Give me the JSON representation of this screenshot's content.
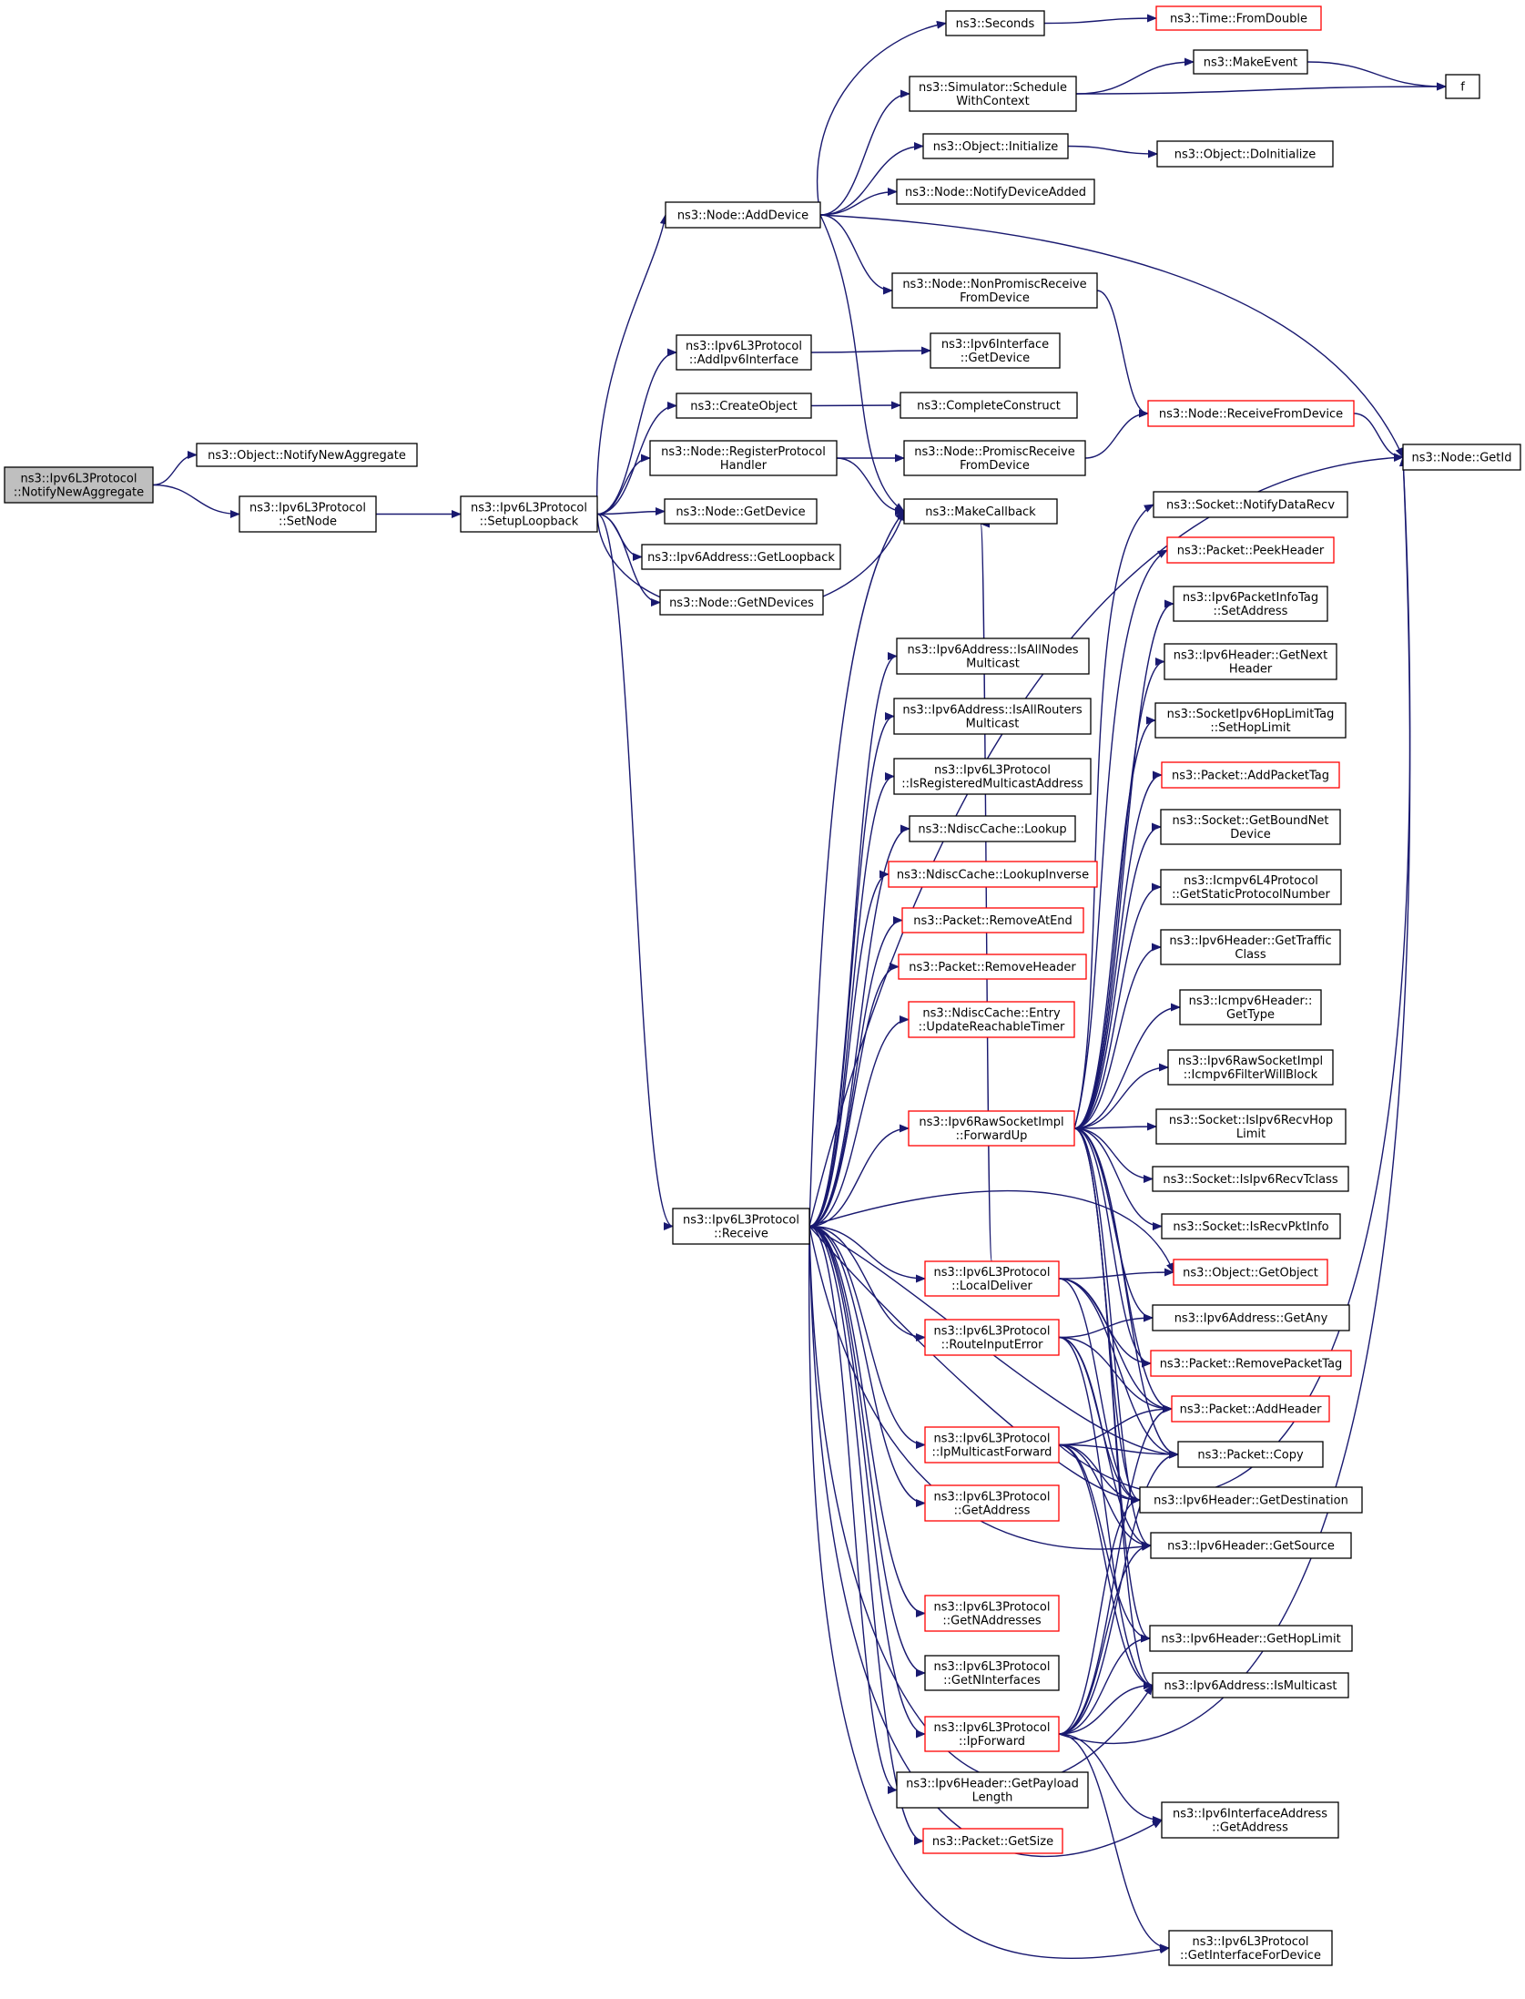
{
  "nodes": [
    {
      "id": "root",
      "lines": [
        "ns3::Ipv6L3Protocol",
        "::NotifyNewAggregate"
      ],
      "style": "root"
    },
    {
      "id": "notify_new_agg",
      "lines": [
        "ns3::Object::NotifyNewAggregate"
      ],
      "style": "black"
    },
    {
      "id": "set_node",
      "lines": [
        "ns3::Ipv6L3Protocol",
        "::SetNode"
      ],
      "style": "black"
    },
    {
      "id": "setup_loopback",
      "lines": [
        "ns3::Ipv6L3Protocol",
        "::SetupLoopback"
      ],
      "style": "black"
    },
    {
      "id": "node_add_device",
      "lines": [
        "ns3::Node::AddDevice"
      ],
      "style": "black"
    },
    {
      "id": "seconds",
      "lines": [
        "ns3::Seconds"
      ],
      "style": "black"
    },
    {
      "id": "time_from_double",
      "lines": [
        "ns3::Time::FromDouble"
      ],
      "style": "red"
    },
    {
      "id": "sched_ctx",
      "lines": [
        "ns3::Simulator::Schedule",
        "WithContext"
      ],
      "style": "black"
    },
    {
      "id": "make_event",
      "lines": [
        "ns3::MakeEvent"
      ],
      "style": "black"
    },
    {
      "id": "f",
      "lines": [
        "f"
      ],
      "style": "black"
    },
    {
      "id": "obj_initialize",
      "lines": [
        "ns3::Object::Initialize"
      ],
      "style": "black"
    },
    {
      "id": "obj_doinit",
      "lines": [
        "ns3::Object::DoInitialize"
      ],
      "style": "black"
    },
    {
      "id": "notify_dev_added",
      "lines": [
        "ns3::Node::NotifyDeviceAdded"
      ],
      "style": "black"
    },
    {
      "id": "nonpromisc",
      "lines": [
        "ns3::Node::NonPromiscReceive",
        "FromDevice"
      ],
      "style": "black"
    },
    {
      "id": "node_getid",
      "lines": [
        "ns3::Node::GetId"
      ],
      "style": "black"
    },
    {
      "id": "add_ipv6_iface",
      "lines": [
        "ns3::Ipv6L3Protocol",
        "::AddIpv6Interface"
      ],
      "style": "black"
    },
    {
      "id": "iface_getdevice",
      "lines": [
        "ns3::Ipv6Interface",
        "::GetDevice"
      ],
      "style": "black"
    },
    {
      "id": "create_object",
      "lines": [
        "ns3::CreateObject"
      ],
      "style": "black"
    },
    {
      "id": "complete_construct",
      "lines": [
        "ns3::CompleteConstruct"
      ],
      "style": "black"
    },
    {
      "id": "recv_from_device",
      "lines": [
        "ns3::Node::ReceiveFromDevice"
      ],
      "style": "red"
    },
    {
      "id": "reg_proto_handler",
      "lines": [
        "ns3::Node::RegisterProtocol",
        "Handler"
      ],
      "style": "black"
    },
    {
      "id": "promisc",
      "lines": [
        "ns3::Node::PromiscReceive",
        "FromDevice"
      ],
      "style": "black"
    },
    {
      "id": "make_callback",
      "lines": [
        "ns3::MakeCallback"
      ],
      "style": "black"
    },
    {
      "id": "node_getdevice",
      "lines": [
        "ns3::Node::GetDevice"
      ],
      "style": "black"
    },
    {
      "id": "addr_getloopback",
      "lines": [
        "ns3::Ipv6Address::GetLoopback"
      ],
      "style": "black"
    },
    {
      "id": "node_getndevices",
      "lines": [
        "ns3::Node::GetNDevices"
      ],
      "style": "black"
    },
    {
      "id": "sock_notify_data",
      "lines": [
        "ns3::Socket::NotifyDataRecv"
      ],
      "style": "black"
    },
    {
      "id": "pkt_peekheader",
      "lines": [
        "ns3::Packet::PeekHeader"
      ],
      "style": "red"
    },
    {
      "id": "pktinfo_setaddr",
      "lines": [
        "ns3::Ipv6PacketInfoTag",
        "::SetAddress"
      ],
      "style": "black"
    },
    {
      "id": "hdr_getnext",
      "lines": [
        "ns3::Ipv6Header::GetNext",
        "Header"
      ],
      "style": "black"
    },
    {
      "id": "hoplimit_tag",
      "lines": [
        "ns3::SocketIpv6HopLimitTag",
        "::SetHopLimit"
      ],
      "style": "black"
    },
    {
      "id": "pkt_addtag",
      "lines": [
        "ns3::Packet::AddPacketTag"
      ],
      "style": "red"
    },
    {
      "id": "sock_boundnet",
      "lines": [
        "ns3::Socket::GetBoundNet",
        "Device"
      ],
      "style": "black"
    },
    {
      "id": "icmp_static_proto",
      "lines": [
        "ns3::Icmpv6L4Protocol",
        "::GetStaticProtocolNumber"
      ],
      "style": "black"
    },
    {
      "id": "hdr_traffic",
      "lines": [
        "ns3::Ipv6Header::GetTraffic",
        "Class"
      ],
      "style": "black"
    },
    {
      "id": "icmp_gettype",
      "lines": [
        "ns3::Icmpv6Header::",
        "GetType"
      ],
      "style": "black"
    },
    {
      "id": "raw_filter",
      "lines": [
        "ns3::Ipv6RawSocketImpl",
        "::Icmpv6FilterWillBlock"
      ],
      "style": "black"
    },
    {
      "id": "is_recv_hop",
      "lines": [
        "ns3::Socket::IsIpv6RecvHop",
        "Limit"
      ],
      "style": "black"
    },
    {
      "id": "is_recv_tclass",
      "lines": [
        "ns3::Socket::IsIpv6RecvTclass"
      ],
      "style": "black"
    },
    {
      "id": "is_recv_pktinfo",
      "lines": [
        "ns3::Socket::IsRecvPktInfo"
      ],
      "style": "black"
    },
    {
      "id": "obj_getobject",
      "lines": [
        "ns3::Object::GetObject"
      ],
      "style": "red"
    },
    {
      "id": "addr_getany",
      "lines": [
        "ns3::Ipv6Address::GetAny"
      ],
      "style": "black"
    },
    {
      "id": "pkt_removetag",
      "lines": [
        "ns3::Packet::RemovePacketTag"
      ],
      "style": "red"
    },
    {
      "id": "pkt_addheader",
      "lines": [
        "ns3::Packet::AddHeader"
      ],
      "style": "red"
    },
    {
      "id": "pkt_copy",
      "lines": [
        "ns3::Packet::Copy"
      ],
      "style": "black"
    },
    {
      "id": "hdr_getdest",
      "lines": [
        "ns3::Ipv6Header::GetDestination"
      ],
      "style": "black"
    },
    {
      "id": "hdr_getsource",
      "lines": [
        "ns3::Ipv6Header::GetSource"
      ],
      "style": "black"
    },
    {
      "id": "hdr_gethoplimit",
      "lines": [
        "ns3::Ipv6Header::GetHopLimit"
      ],
      "style": "black"
    },
    {
      "id": "addr_ismulticast",
      "lines": [
        "ns3::Ipv6Address::IsMulticast"
      ],
      "style": "black"
    },
    {
      "id": "ifaddr_getaddr",
      "lines": [
        "ns3::Ipv6InterfaceAddress",
        "::GetAddress"
      ],
      "style": "black"
    },
    {
      "id": "get_iface_for_dev",
      "lines": [
        "ns3::Ipv6L3Protocol",
        "::GetInterfaceForDevice"
      ],
      "style": "black"
    },
    {
      "id": "receive",
      "lines": [
        "ns3::Ipv6L3Protocol",
        "::Receive"
      ],
      "style": "black"
    },
    {
      "id": "is_all_nodes",
      "lines": [
        "ns3::Ipv6Address::IsAllNodes",
        "Multicast"
      ],
      "style": "black"
    },
    {
      "id": "is_all_routers",
      "lines": [
        "ns3::Ipv6Address::IsAllRouters",
        "Multicast"
      ],
      "style": "black"
    },
    {
      "id": "is_reg_mcast",
      "lines": [
        "ns3::Ipv6L3Protocol",
        "::IsRegisteredMulticastAddress"
      ],
      "style": "black"
    },
    {
      "id": "ndisc_lookup",
      "lines": [
        "ns3::NdiscCache::Lookup"
      ],
      "style": "black"
    },
    {
      "id": "ndisc_lookup_inv",
      "lines": [
        "ns3::NdiscCache::LookupInverse"
      ],
      "style": "red"
    },
    {
      "id": "pkt_removeatend",
      "lines": [
        "ns3::Packet::RemoveAtEnd"
      ],
      "style": "red"
    },
    {
      "id": "pkt_removeheader",
      "lines": [
        "ns3::Packet::RemoveHeader"
      ],
      "style": "red"
    },
    {
      "id": "ndisc_update",
      "lines": [
        "ns3::NdiscCache::Entry",
        "::UpdateReachableTimer"
      ],
      "style": "red"
    },
    {
      "id": "raw_forwardup",
      "lines": [
        "ns3::Ipv6RawSocketImpl",
        "::ForwardUp"
      ],
      "style": "red"
    },
    {
      "id": "local_deliver",
      "lines": [
        "ns3::Ipv6L3Protocol",
        "::LocalDeliver"
      ],
      "style": "red"
    },
    {
      "id": "route_input_err",
      "lines": [
        "ns3::Ipv6L3Protocol",
        "::RouteInputError"
      ],
      "style": "red"
    },
    {
      "id": "ip_mcast_fwd",
      "lines": [
        "ns3::Ipv6L3Protocol",
        "::IpMulticastForward"
      ],
      "style": "red"
    },
    {
      "id": "get_address",
      "lines": [
        "ns3::Ipv6L3Protocol",
        "::GetAddress"
      ],
      "style": "red"
    },
    {
      "id": "get_naddresses",
      "lines": [
        "ns3::Ipv6L3Protocol",
        "::GetNAddresses"
      ],
      "style": "red"
    },
    {
      "id": "get_ninterfaces",
      "lines": [
        "ns3::Ipv6L3Protocol",
        "::GetNInterfaces"
      ],
      "style": "black"
    },
    {
      "id": "ip_forward",
      "lines": [
        "ns3::Ipv6L3Protocol",
        "::IpForward"
      ],
      "style": "red"
    },
    {
      "id": "hdr_payload_len",
      "lines": [
        "ns3::Ipv6Header::GetPayload",
        "Length"
      ],
      "style": "black"
    },
    {
      "id": "pkt_getsize",
      "lines": [
        "ns3::Packet::GetSize"
      ],
      "style": "red"
    }
  ],
  "edges": [
    [
      "root",
      "notify_new_agg"
    ],
    [
      "root",
      "set_node"
    ],
    [
      "set_node",
      "setup_loopback"
    ],
    [
      "setup_loopback",
      "node_add_device"
    ],
    [
      "setup_loopback",
      "add_ipv6_iface"
    ],
    [
      "setup_loopback",
      "create_object"
    ],
    [
      "setup_loopback",
      "reg_proto_handler"
    ],
    [
      "setup_loopback",
      "node_getdevice"
    ],
    [
      "setup_loopback",
      "addr_getloopback"
    ],
    [
      "setup_loopback",
      "node_getndevices"
    ],
    [
      "setup_loopback",
      "make_callback"
    ],
    [
      "setup_loopback",
      "receive"
    ],
    [
      "node_add_device",
      "seconds"
    ],
    [
      "node_add_device",
      "sched_ctx"
    ],
    [
      "node_add_device",
      "obj_initialize"
    ],
    [
      "node_add_device",
      "notify_dev_added"
    ],
    [
      "node_add_device",
      "nonpromisc"
    ],
    [
      "node_add_device",
      "node_getid"
    ],
    [
      "node_add_device",
      "make_callback"
    ],
    [
      "seconds",
      "time_from_double"
    ],
    [
      "sched_ctx",
      "make_event"
    ],
    [
      "sched_ctx",
      "f"
    ],
    [
      "make_event",
      "f"
    ],
    [
      "obj_initialize",
      "obj_doinit"
    ],
    [
      "nonpromisc",
      "recv_from_device"
    ],
    [
      "recv_from_device",
      "node_getid"
    ],
    [
      "add_ipv6_iface",
      "iface_getdevice"
    ],
    [
      "create_object",
      "complete_construct"
    ],
    [
      "reg_proto_handler",
      "promisc"
    ],
    [
      "reg_proto_handler",
      "make_callback"
    ],
    [
      "promisc",
      "recv_from_device"
    ],
    [
      "receive",
      "node_getid"
    ],
    [
      "receive",
      "make_callback"
    ],
    [
      "receive",
      "is_all_nodes"
    ],
    [
      "receive",
      "is_all_routers"
    ],
    [
      "receive",
      "is_reg_mcast"
    ],
    [
      "receive",
      "ndisc_lookup"
    ],
    [
      "receive",
      "ndisc_lookup_inv"
    ],
    [
      "receive",
      "pkt_removeatend"
    ],
    [
      "receive",
      "pkt_removeheader"
    ],
    [
      "receive",
      "ndisc_update"
    ],
    [
      "receive",
      "raw_forwardup"
    ],
    [
      "receive",
      "obj_getobject"
    ],
    [
      "receive",
      "local_deliver"
    ],
    [
      "receive",
      "route_input_err"
    ],
    [
      "receive",
      "ip_mcast_fwd"
    ],
    [
      "receive",
      "get_address"
    ],
    [
      "receive",
      "hdr_getsource"
    ],
    [
      "receive",
      "get_naddresses"
    ],
    [
      "receive",
      "get_ninterfaces"
    ],
    [
      "receive",
      "ip_forward"
    ],
    [
      "receive",
      "hdr_payload_len"
    ],
    [
      "receive",
      "pkt_getsize"
    ],
    [
      "receive",
      "addr_ismulticast"
    ],
    [
      "receive",
      "ifaddr_getaddr"
    ],
    [
      "receive",
      "get_iface_for_dev"
    ],
    [
      "receive",
      "pkt_copy"
    ],
    [
      "receive",
      "hdr_getdest"
    ],
    [
      "raw_forwardup",
      "sock_notify_data"
    ],
    [
      "raw_forwardup",
      "pkt_peekheader"
    ],
    [
      "raw_forwardup",
      "pktinfo_setaddr"
    ],
    [
      "raw_forwardup",
      "hdr_getnext"
    ],
    [
      "raw_forwardup",
      "hoplimit_tag"
    ],
    [
      "raw_forwardup",
      "pkt_addtag"
    ],
    [
      "raw_forwardup",
      "sock_boundnet"
    ],
    [
      "raw_forwardup",
      "icmp_static_proto"
    ],
    [
      "raw_forwardup",
      "hdr_traffic"
    ],
    [
      "raw_forwardup",
      "icmp_gettype"
    ],
    [
      "raw_forwardup",
      "raw_filter"
    ],
    [
      "raw_forwardup",
      "is_recv_hop"
    ],
    [
      "raw_forwardup",
      "is_recv_tclass"
    ],
    [
      "raw_forwardup",
      "is_recv_pktinfo"
    ],
    [
      "raw_forwardup",
      "addr_getany"
    ],
    [
      "raw_forwardup",
      "pkt_removetag"
    ],
    [
      "raw_forwardup",
      "pkt_addheader"
    ],
    [
      "raw_forwardup",
      "pkt_copy"
    ],
    [
      "raw_forwardup",
      "hdr_getdest"
    ],
    [
      "raw_forwardup",
      "hdr_getsource"
    ],
    [
      "raw_forwardup",
      "hdr_gethoplimit"
    ],
    [
      "raw_forwardup",
      "addr_ismulticast"
    ],
    [
      "local_deliver",
      "obj_getobject"
    ],
    [
      "local_deliver",
      "pkt_addheader"
    ],
    [
      "local_deliver",
      "pkt_copy"
    ],
    [
      "local_deliver",
      "hdr_getdest"
    ],
    [
      "local_deliver",
      "pkt_removetag"
    ],
    [
      "local_deliver",
      "make_callback"
    ],
    [
      "route_input_err",
      "pkt_addheader"
    ],
    [
      "route_input_err",
      "hdr_getsource"
    ],
    [
      "route_input_err",
      "hdr_getdest"
    ],
    [
      "route_input_err",
      "addr_getany"
    ],
    [
      "route_input_err",
      "addr_ismulticast"
    ],
    [
      "ip_mcast_fwd",
      "pkt_copy"
    ],
    [
      "ip_mcast_fwd",
      "hdr_getdest"
    ],
    [
      "ip_mcast_fwd",
      "hdr_getsource"
    ],
    [
      "ip_mcast_fwd",
      "hdr_gethoplimit"
    ],
    [
      "ip_mcast_fwd",
      "pkt_addheader"
    ],
    [
      "ip_mcast_fwd",
      "addr_ismulticast"
    ],
    [
      "ip_mcast_fwd",
      "node_getid"
    ],
    [
      "ip_forward",
      "pkt_copy"
    ],
    [
      "ip_forward",
      "hdr_getdest"
    ],
    [
      "ip_forward",
      "hdr_getsource"
    ],
    [
      "ip_forward",
      "hdr_gethoplimit"
    ],
    [
      "ip_forward",
      "addr_ismulticast"
    ],
    [
      "ip_forward",
      "ifaddr_getaddr"
    ],
    [
      "ip_forward",
      "get_iface_for_dev"
    ],
    [
      "ip_forward",
      "node_getid"
    ],
    [
      "ip_forward",
      "pkt_addheader"
    ]
  ]
}
